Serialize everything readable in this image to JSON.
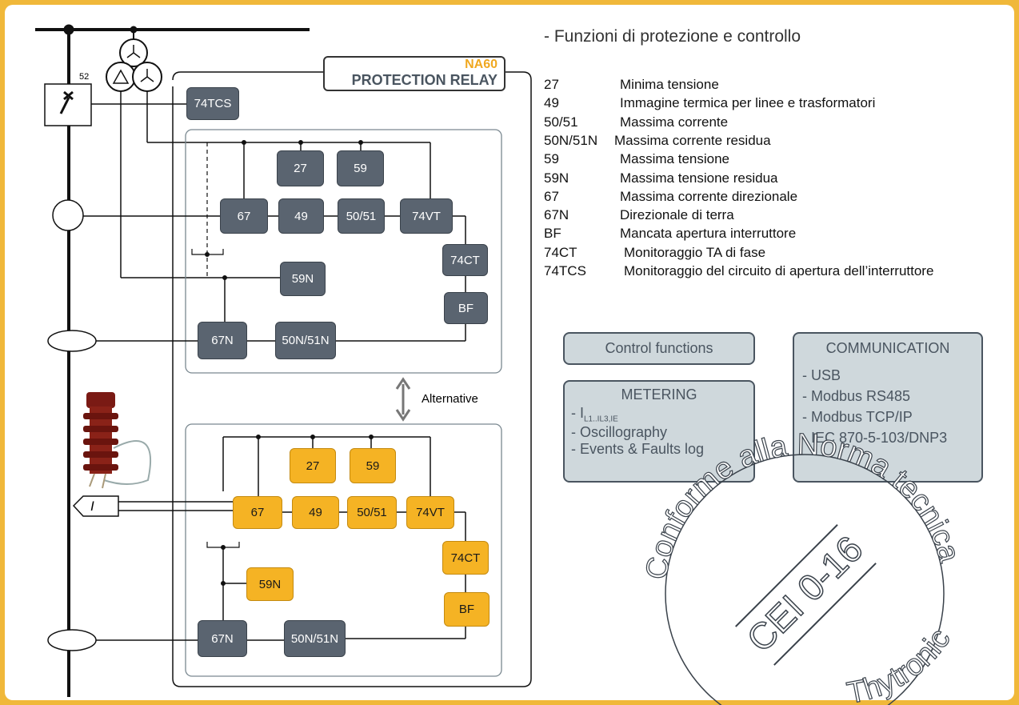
{
  "title": "- Funzioni di protezione e controllo",
  "relay": {
    "model": "NA60",
    "name": "PROTECTION RELAY"
  },
  "breaker_label": "52",
  "alternative_label": "Alternative",
  "current_label": "I",
  "functions": [
    {
      "code": "27",
      "desc": "Minima tensione"
    },
    {
      "code": "49",
      "desc": "Immagine termica per linee e trasformatori"
    },
    {
      "code": "50/51",
      "desc": "Massima corrente"
    },
    {
      "code": "50N/51N",
      "desc": "Massima corrente residua"
    },
    {
      "code": "59",
      "desc": "Massima tensione"
    },
    {
      "code": "59N",
      "desc": "Massima tensione residua"
    },
    {
      "code": "67",
      "desc": "Massima corrente direzionale"
    },
    {
      "code": "67N",
      "desc": "Direzionale di terra"
    },
    {
      "code": "BF",
      "desc": "Mancata apertura interruttore"
    },
    {
      "code": "74CT",
      "desc": "Monitoraggio TA di fase"
    },
    {
      "code": "74TCS",
      "desc": "Monitoraggio del circuito di apertura dell’interruttore"
    }
  ],
  "blocks": {
    "tcs": "74TCS",
    "b27": "27",
    "b59": "59",
    "b67": "67",
    "b49": "49",
    "b5051": "50/51",
    "b74vt": "74VT",
    "b74ct": "74CT",
    "b59n": "59N",
    "bbf": "BF",
    "b67n": "67N",
    "b50n51n": "50N/51N"
  },
  "control_functions": "Control functions",
  "metering": {
    "title": "METERING",
    "line1": "- I",
    "line1_sub": "L1..I",
    "line1_sub2": "L3,I",
    "line1_sub3": "E",
    "items": [
      "- Oscillography",
      "- Events & Faults log"
    ]
  },
  "communication": {
    "title": "COMMUNICATION",
    "items": [
      "- USB",
      "- Modbus RS485",
      "- Modbus TCP/IP",
      "- IEC 870-5-103/DNP3"
    ]
  },
  "stamp": {
    "top": "Conforme alla Norma tecnica",
    "center": "CEI 0-16",
    "bottom": "Thytronic"
  },
  "colors": {
    "frame": "#f0b83a",
    "block_grey": "#5a6470",
    "block_orange": "#f5b324",
    "box_fill": "#cfd8dc"
  }
}
